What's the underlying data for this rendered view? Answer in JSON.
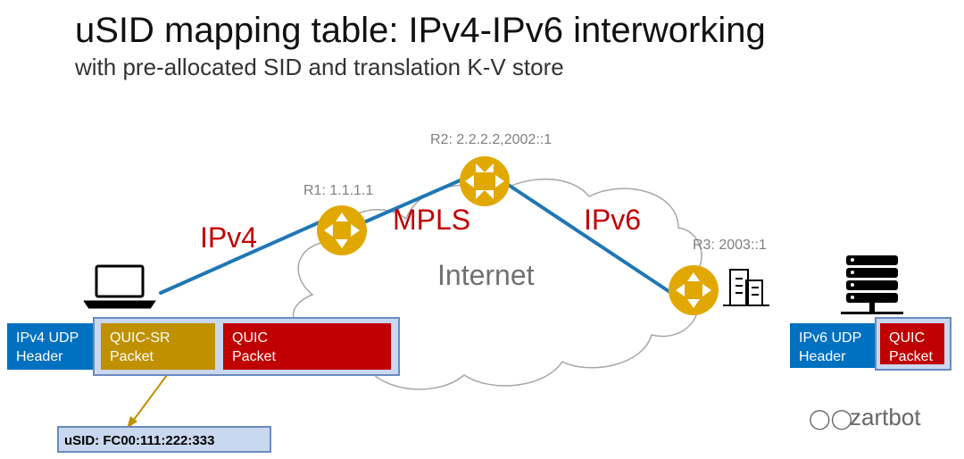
{
  "title": "uSID mapping table: IPv4-IPv6 interworking",
  "subtitle": "with pre-allocated SID and translation K-V store",
  "routers": {
    "r1": "R1: 1.1.1.1",
    "r2": "R2: 2.2.2.2,2002::1",
    "r3": "R3: 2003::1"
  },
  "links": {
    "ipv4": "IPv4",
    "mpls": "MPLS",
    "ipv6": "IPv6"
  },
  "cloud_label": "Internet",
  "left_packet": {
    "header_line1": "IPv4 UDP",
    "header_line2": "Header",
    "quic_sr_line1": "QUIC-SR",
    "quic_sr_line2": "Packet",
    "quic_line1": "QUIC",
    "quic_line2": "Packet"
  },
  "right_packet": {
    "header_line1": "IPv6 UDP",
    "header_line2": "Header",
    "quic_line1": "QUIC",
    "quic_line2": "Packet"
  },
  "usid": "uSID:  FC00:111:222:333",
  "watermark": "zartbot",
  "colors": {
    "link": "#1f77b4",
    "router": "#e0a800",
    "header_blue": "#0070c0",
    "quic_sr": "#bf9000",
    "quic_red": "#c00000",
    "label_red": "#c00000",
    "outer_fill": "#c9d8ef"
  },
  "icons": [
    "laptop-icon",
    "router-icon",
    "building-icon",
    "server-icon",
    "wechat-icon"
  ]
}
